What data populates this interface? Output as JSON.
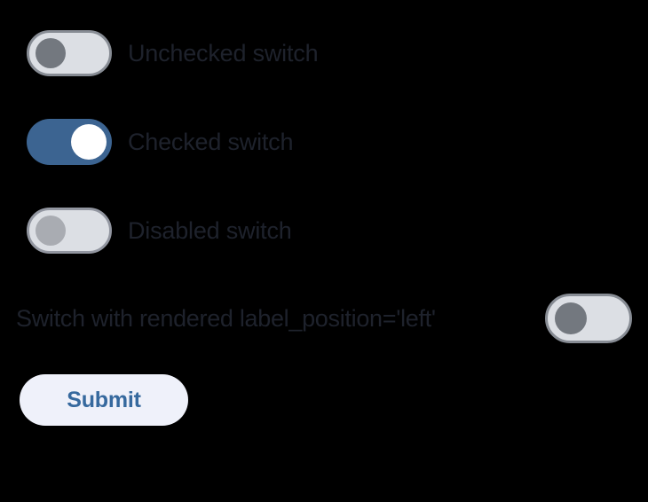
{
  "page": {
    "background_color": "#000000",
    "label_color": "#1e222c"
  },
  "switches": [
    {
      "id": "unchecked-switch",
      "label": "Unchecked switch",
      "state": "unchecked",
      "checked": false,
      "disabled": false,
      "label_position": "right",
      "track_color": "#dcdfe4",
      "border_color": "#878c94",
      "thumb_color": "#73787f"
    },
    {
      "id": "checked-switch",
      "label": "Checked switch",
      "state": "checked",
      "checked": true,
      "disabled": false,
      "label_position": "right",
      "track_color": "#3c6491",
      "border_color": "#3c6491",
      "thumb_color": "#ffffff"
    },
    {
      "id": "disabled-switch",
      "label": "Disabled switch",
      "state": "disabled",
      "checked": false,
      "disabled": true,
      "label_position": "right",
      "track_color": "#dcdfe4",
      "border_color": "#9296a0",
      "thumb_color": "#a9acb2"
    },
    {
      "id": "label-left-switch",
      "label": "Switch with rendered label_position='left'",
      "state": "unchecked",
      "checked": false,
      "disabled": false,
      "label_position": "left",
      "track_color": "#dcdfe4",
      "border_color": "#878c94",
      "thumb_color": "#73787f"
    }
  ],
  "form": {
    "submit_label": "Submit",
    "submit_background": "#eff1fa",
    "submit_text_color": "#36699e"
  }
}
